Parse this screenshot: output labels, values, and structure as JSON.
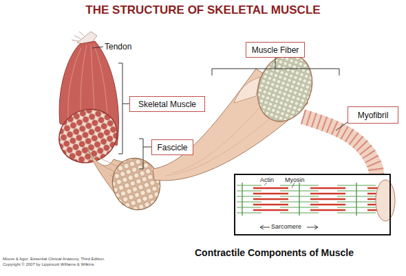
{
  "diagram": {
    "title": "THE STRUCTURE OF SKELETAL MUSCLE",
    "caption": "Contractile Components of Muscle",
    "nodes": [
      {
        "text": [
          "Muscle Fiber"
        ]
      },
      {
        "text": [
          "Skeletal Muscle"
        ]
      },
      {
        "text": [
          "Myofibril"
        ]
      },
      {
        "text": [
          "Fascicle"
        ]
      },
      {
        "text": [
          "Actin",
          "Myosin",
          "Sarcomere"
        ]
      }
    ],
    "labels": [
      "Tendon",
      "Moore & Agur: Essential Clinical Anatomy, Third Edition.",
      "Copyright © 2007 by Lippincott Williams & Wilkins"
    ]
  }
}
